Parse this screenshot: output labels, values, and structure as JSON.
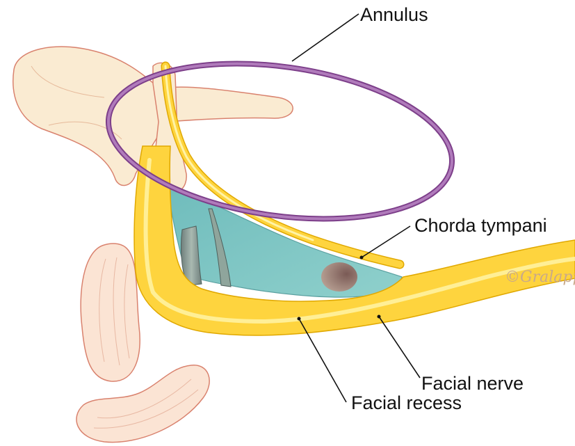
{
  "labels": {
    "annulus": "Annulus",
    "chorda_tympani": "Chorda tympani",
    "facial_nerve": "Facial nerve",
    "facial_recess": "Facial recess"
  },
  "signature": "©Gralapp",
  "colors": {
    "annulus": "#9b5aa6",
    "nerve": "#fed43e",
    "nerve_highlight": "#fff3a6",
    "nerve_outline": "#e0a800",
    "recess": "#79c4c4",
    "ossicle": "#faebd2",
    "ossicle_outline": "#d9826e",
    "ossicle_bone": "#f6dcc9",
    "leader": "#111111"
  }
}
